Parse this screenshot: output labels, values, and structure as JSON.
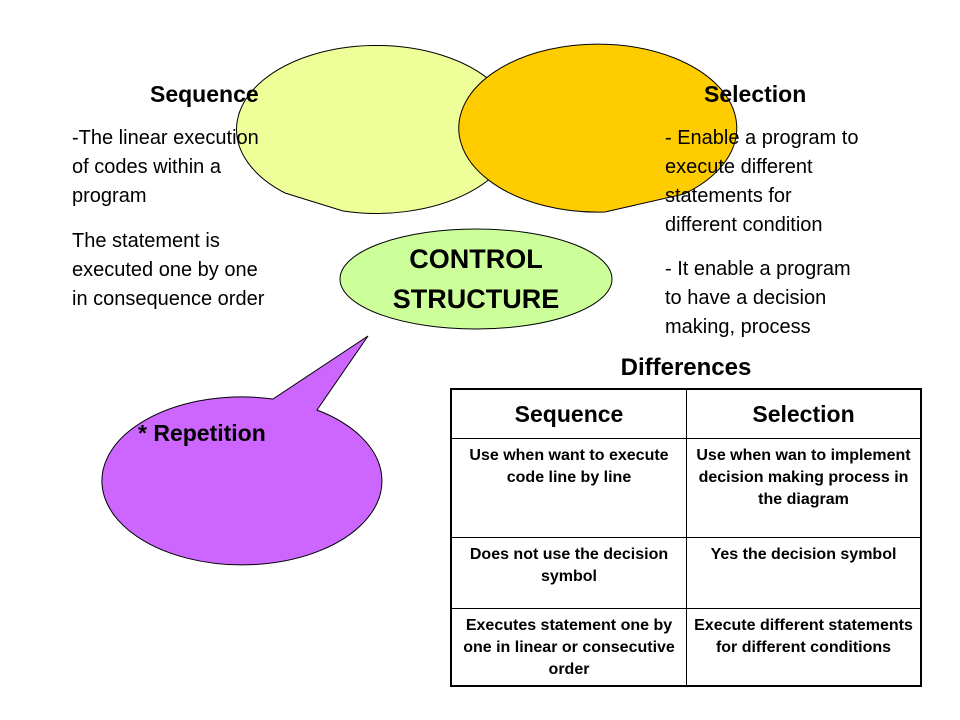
{
  "colors": {
    "sequence_fill": "#eeff99",
    "selection_fill": "#ffcc00",
    "repetition_fill": "#cc66ff",
    "center_fill": "#ccff99",
    "outline": "#000000"
  },
  "center": {
    "line1": "CONTROL",
    "line2": "STRUCTURE"
  },
  "sequence": {
    "title": "Sequence",
    "text_lines": [
      "-The linear execution",
      "of codes within a",
      "program",
      "The statement is",
      "executed one by one",
      "in consequence order"
    ]
  },
  "selection": {
    "title": "Selection",
    "text_lines": [
      "- Enable a program to",
      "execute different",
      "statements for",
      "different condition",
      "- It enable a program",
      "to have a decision",
      "making, process"
    ]
  },
  "repetition": {
    "title": "* Repetition"
  },
  "differences": {
    "title": "Differences",
    "headers": [
      "Sequence",
      "Selection"
    ],
    "rows": [
      [
        "Use when want to execute code line by line",
        "Use when wan to implement decision making process in the diagram"
      ],
      [
        "Does not use the decision symbol",
        "Yes the decision symbol"
      ],
      [
        "Executes statement one by one in linear or consecutive order",
        "Execute different statements for different conditions"
      ]
    ]
  }
}
